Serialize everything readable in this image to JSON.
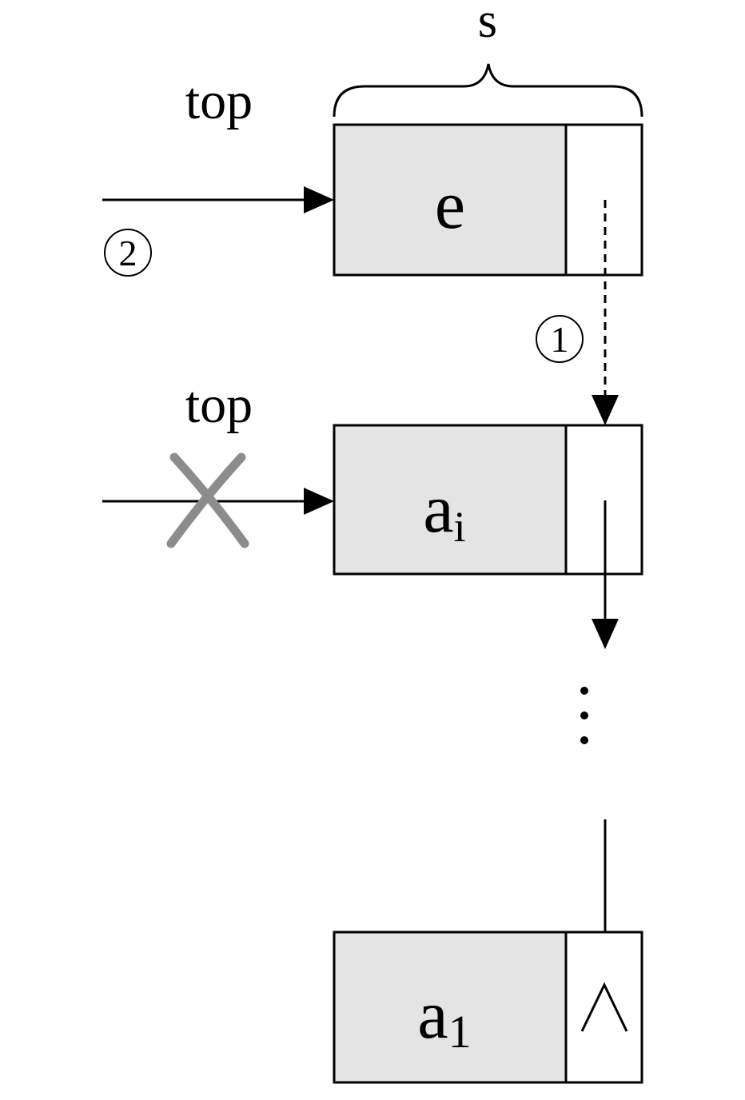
{
  "diagram": {
    "s_label": "s",
    "top_label_new": "top",
    "top_label_old": "top",
    "step_one": "1",
    "step_two": "2",
    "nodes": [
      {
        "id": "new-node",
        "data": "e",
        "subscript": ""
      },
      {
        "id": "node-ai",
        "data": "a",
        "subscript": "i"
      },
      {
        "id": "node-a1",
        "data": "a",
        "subscript": "1"
      }
    ],
    "ellipsis": "⋮",
    "null_symbol": "∧",
    "removed_mark": "✕"
  }
}
